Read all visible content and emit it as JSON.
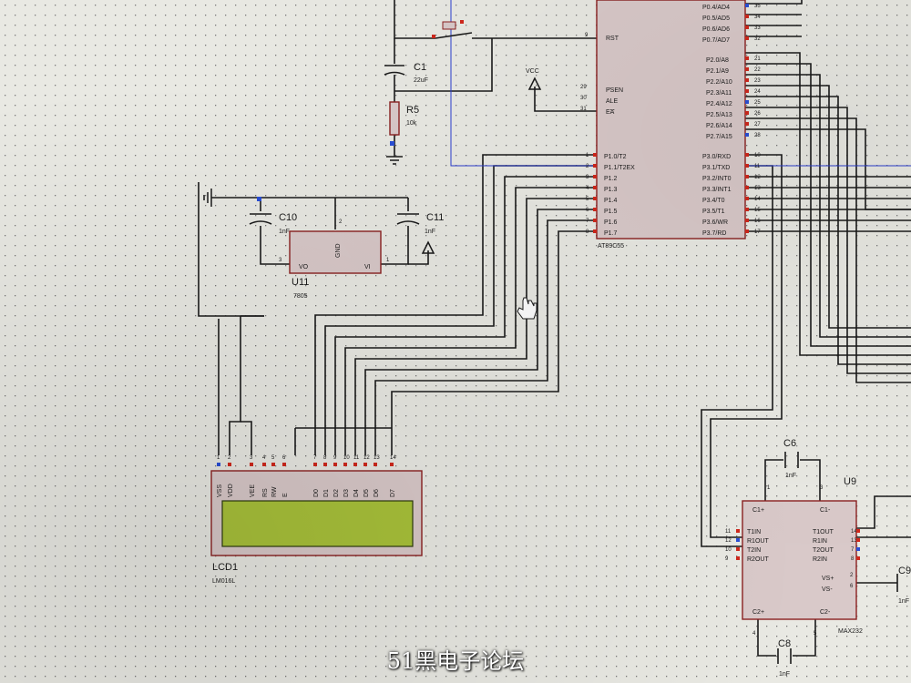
{
  "components": {
    "mcu": {
      "part": "AT89C55",
      "rst": "RST",
      "psen": "PSEN",
      "ale": "ALE",
      "ea": "EA",
      "rst_pin": "9",
      "psen_pin": "29",
      "ale_pin": "30",
      "ea_pin": "31",
      "p1_pins": [
        {
          "num": "1",
          "name": "P1.0/T2"
        },
        {
          "num": "2",
          "name": "P1.1/T2EX"
        },
        {
          "num": "3",
          "name": "P1.2"
        },
        {
          "num": "4",
          "name": "P1.3"
        },
        {
          "num": "5",
          "name": "P1.4"
        },
        {
          "num": "6",
          "name": "P1.5"
        },
        {
          "num": "7",
          "name": "P1.6"
        },
        {
          "num": "8",
          "name": "P1.7"
        }
      ],
      "p0_pins": [
        {
          "num": "35",
          "name": "P0.4/AD4"
        },
        {
          "num": "34",
          "name": "P0.5/AD5"
        },
        {
          "num": "33",
          "name": "P0.6/AD6"
        },
        {
          "num": "32",
          "name": "P0.7/AD7"
        }
      ],
      "p2_pins": [
        {
          "num": "21",
          "name": "P2.0/A8"
        },
        {
          "num": "22",
          "name": "P2.1/A9"
        },
        {
          "num": "23",
          "name": "P2.2/A10"
        },
        {
          "num": "24",
          "name": "P2.3/A11"
        },
        {
          "num": "25",
          "name": "P2.4/A12"
        },
        {
          "num": "26",
          "name": "P2.5/A13"
        },
        {
          "num": "27",
          "name": "P2.6/A14"
        },
        {
          "num": "28",
          "name": "P2.7/A15"
        }
      ],
      "p3_pins": [
        {
          "num": "10",
          "name": "P3.0/RXD"
        },
        {
          "num": "11",
          "name": "P3.1/TXD"
        },
        {
          "num": "12",
          "name": "P3.2/INT0"
        },
        {
          "num": "13",
          "name": "P3.3/INT1"
        },
        {
          "num": "14",
          "name": "P3.4/T0"
        },
        {
          "num": "15",
          "name": "P3.5/T1"
        },
        {
          "num": "16",
          "name": "P3.6/WR"
        },
        {
          "num": "17",
          "name": "P3.7/RD"
        }
      ]
    },
    "c1": {
      "ref": "C1",
      "value": "22uF"
    },
    "r5": {
      "ref": "R5",
      "value": "10k"
    },
    "vcc": {
      "label": "VCC"
    },
    "c10": {
      "ref": "C10",
      "value": "1nF"
    },
    "c11": {
      "ref": "C11",
      "value": "1nF"
    },
    "u11": {
      "ref": "U11",
      "part": "7805",
      "vo": "VO",
      "gnd": "GND",
      "vi": "VI",
      "vo_pin": "3",
      "vi_pin": "1",
      "gnd_pin": "2"
    },
    "lcd": {
      "ref": "LCD1",
      "part": "LM016L",
      "pins": [
        {
          "num": "1",
          "name": "VSS"
        },
        {
          "num": "2",
          "name": "VDD"
        },
        {
          "num": "3",
          "name": "VEE"
        },
        {
          "num": "4",
          "name": "RS"
        },
        {
          "num": "5",
          "name": "RW"
        },
        {
          "num": "6",
          "name": "E"
        },
        {
          "num": "7",
          "name": "D0"
        },
        {
          "num": "8",
          "name": "D1"
        },
        {
          "num": "9",
          "name": "D2"
        },
        {
          "num": "10",
          "name": "D3"
        },
        {
          "num": "11",
          "name": "D4"
        },
        {
          "num": "12",
          "name": "D5"
        },
        {
          "num": "13",
          "name": "D6"
        },
        {
          "num": "14",
          "name": "D7"
        }
      ],
      "screen_color": "#a9c23a"
    },
    "u9": {
      "ref": "U9",
      "part": "MAX232",
      "c1p": "C1+",
      "c1m": "C1-",
      "c2p": "C2+",
      "c2m": "C2-",
      "c1p_pin": "1",
      "c1m_pin": "3",
      "c2p_pin": "4",
      "c2m_pin": "5",
      "left_pins": [
        {
          "num": "11",
          "name": "T1IN"
        },
        {
          "num": "12",
          "name": "R1OUT"
        },
        {
          "num": "10",
          "name": "T2IN"
        },
        {
          "num": "9",
          "name": "R2OUT"
        }
      ],
      "right_pins": [
        {
          "num": "14",
          "name": "T1OUT"
        },
        {
          "num": "13",
          "name": "R1IN"
        },
        {
          "num": "7",
          "name": "T2OUT"
        },
        {
          "num": "8",
          "name": "R2IN"
        }
      ],
      "vsp": "VS+",
      "vsm": "VS-",
      "vsp_pin": "2",
      "vsm_pin": "6"
    },
    "c6": {
      "ref": "C6",
      "value": "1nF"
    },
    "c8": {
      "ref": "C8",
      "value": "1nF"
    },
    "c9": {
      "ref": "C9",
      "value": "1nF"
    }
  },
  "colors": {
    "wire": "#1a1a1a",
    "body_fill": "#d9c9c9",
    "body_stroke": "#8a2020",
    "pin_red": "#d0281c",
    "pin_blue": "#2a4fd6",
    "bus_blue": "#2a3ccf"
  },
  "watermark": "51黑电子论坛"
}
